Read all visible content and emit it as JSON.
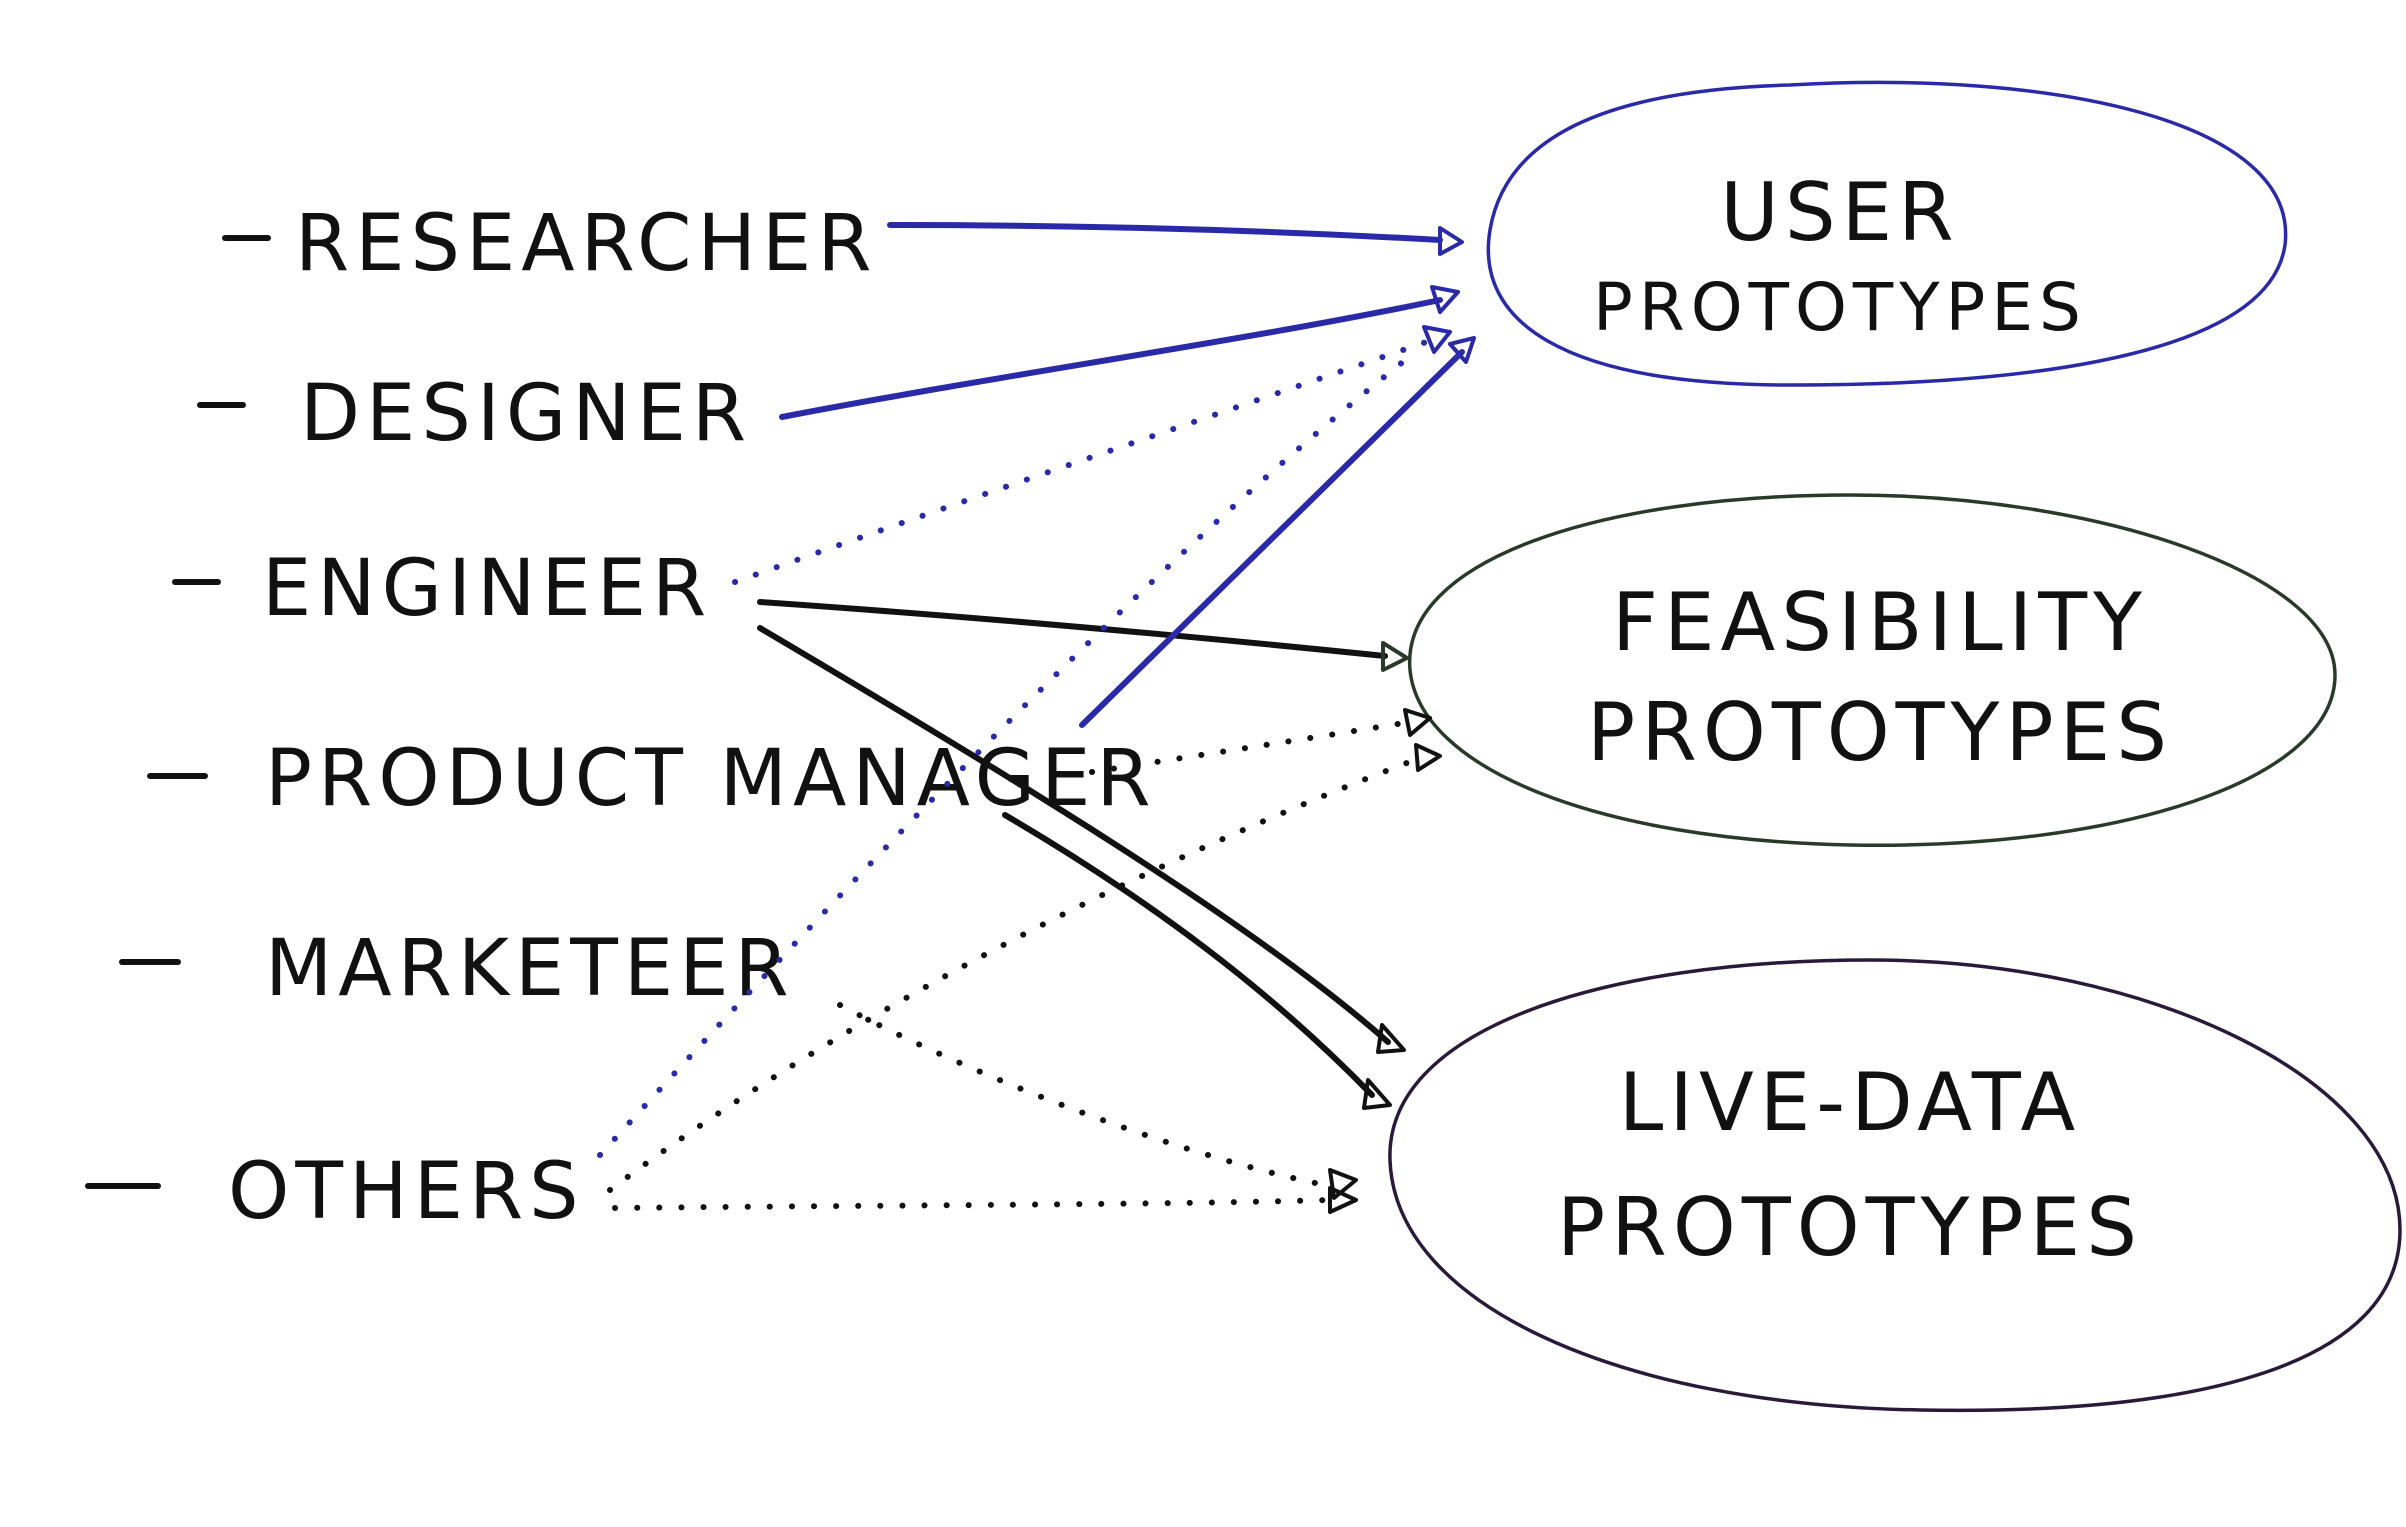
{
  "roles": [
    {
      "id": "researcher",
      "label": "RESEARCHER"
    },
    {
      "id": "designer",
      "label": "DESIGNER"
    },
    {
      "id": "engineer",
      "label": "ENGINEER"
    },
    {
      "id": "product-manager",
      "label": "PRODUCT MANAGER"
    },
    {
      "id": "marketeer",
      "label": "MARKETEER"
    },
    {
      "id": "others",
      "label": "OTHERS"
    }
  ],
  "targets": [
    {
      "id": "user",
      "line1": "USER",
      "line2": "PROTOTYPES"
    },
    {
      "id": "feasibility",
      "line1": "FEASIBILITY",
      "line2": "PROTOTYPES"
    },
    {
      "id": "live-data",
      "line1": "LIVE-DATA",
      "line2": "PROTOTYPES"
    }
  ],
  "connections": [
    {
      "from": "researcher",
      "to": "user",
      "style": "solid"
    },
    {
      "from": "designer",
      "to": "user",
      "style": "solid"
    },
    {
      "from": "engineer",
      "to": "user",
      "style": "dotted"
    },
    {
      "from": "engineer",
      "to": "feasibility",
      "style": "solid"
    },
    {
      "from": "engineer",
      "to": "live-data",
      "style": "solid"
    },
    {
      "from": "product-manager",
      "to": "user",
      "style": "solid"
    },
    {
      "from": "product-manager",
      "to": "feasibility",
      "style": "dotted"
    },
    {
      "from": "product-manager",
      "to": "live-data",
      "style": "solid"
    },
    {
      "from": "marketeer",
      "to": "live-data",
      "style": "dotted"
    },
    {
      "from": "others",
      "to": "user",
      "style": "dotted"
    },
    {
      "from": "others",
      "to": "feasibility",
      "style": "dotted"
    },
    {
      "from": "others",
      "to": "live-data",
      "style": "dotted"
    }
  ],
  "colors": {
    "ink": "#111111",
    "blue_ink": "#2a2aa8",
    "user_ellipse": "#2a2aa8",
    "feasibility_ellipse": "#2a3a2a",
    "live_data_ellipse": "#2a1a3a"
  }
}
